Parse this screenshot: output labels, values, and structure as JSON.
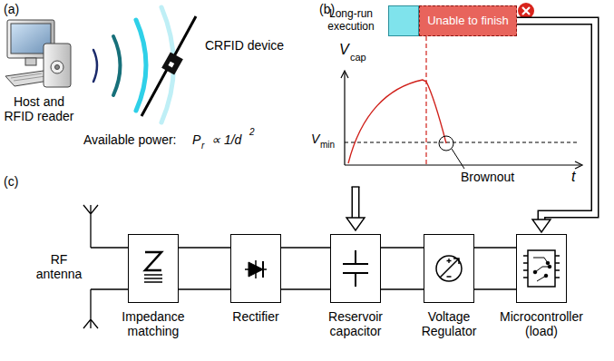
{
  "diagram": {
    "nodes": [
      {
        "text": [
          "Long-run execution"
        ]
      },
      {
        "text": [
          "Unable to finish"
        ]
      },
      {
        "text": [
          "Impedance matching"
        ]
      },
      {
        "text": [
          "Rectifier"
        ]
      },
      {
        "text": [
          "Reservoir capacitor"
        ]
      },
      {
        "text": [
          "Voltage Regulator"
        ]
      },
      {
        "text": [
          "Microcontroller (load)"
        ]
      }
    ],
    "edges": [
      {
        "from": 1,
        "to": 6,
        "arrow": "to"
      },
      {
        "from": 2,
        "to": 3,
        "arrow": "none"
      },
      {
        "from": 3,
        "to": 4,
        "arrow": "none"
      },
      {
        "from": 4,
        "to": 5,
        "arrow": "none"
      },
      {
        "from": 5,
        "to": 6,
        "arrow": "none"
      }
    ],
    "labels": [
      "(a)",
      "(b)",
      "(c)",
      "Host and RFID reader",
      "CRFID device",
      "Available power:",
      "P",
      "r",
      "∝ 1/d",
      "2",
      "V",
      "cap",
      "V",
      "min",
      "Brownout",
      "t",
      "RF antenna"
    ]
  }
}
